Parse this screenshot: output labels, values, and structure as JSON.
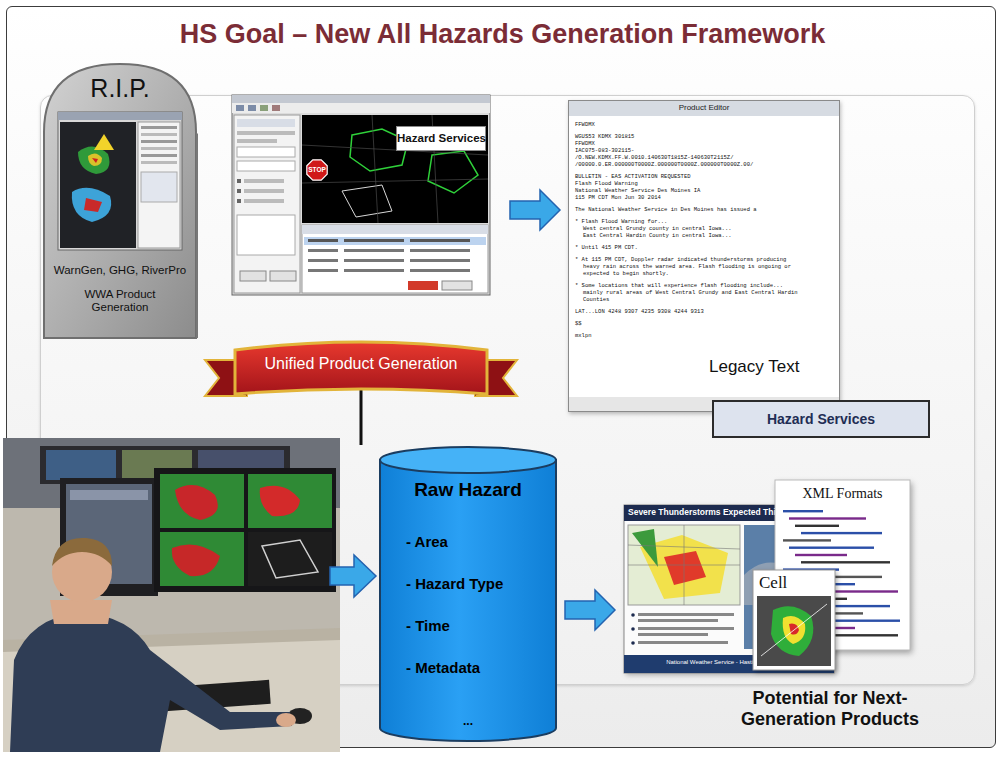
{
  "diagram": {
    "title": "HS Goal – New All Hazards Generation Framework",
    "nodes": [
      {
        "text": [
          "R.I.P.",
          "WarnGen, GHG, RiverPro",
          "WWA Product Generation"
        ]
      },
      {
        "text": [
          "Hazard Services"
        ]
      },
      {
        "text": [
          "Unified Product Generation"
        ]
      },
      {
        "text": [
          "Product Editor",
          "FFWDMX",
          "WGUS53 KDMX 301815",
          "FFWDMX",
          "IAC075-083-302115-",
          "/O.NEW.KDMX.FF.W.0010.140630T1815Z-140630T2115Z/",
          "/00000.0.ER.000000T0000Z.000000T0000Z.000000T0000Z.00/",
          "BULLETIN - EAS ACTIVATION REQUESTED",
          "Flash Flood Warning",
          "National Weather Service Des Moines IA",
          "115 PM CDT Mon Jun 30 2014",
          "The National Weather Service in Des Moines has issued a",
          "* Flash Flood Warning for...",
          "West central Grundy county in central Iowa...",
          "East Central Hardin County in central Iowa...",
          "* Until 415 PM CDT.",
          "* At 115 PM CDT, Doppler radar indicated thunderstorms producing",
          "heavy rain across the warned area. Flash flooding is ongoing or",
          "expected to begin shortly.",
          "* Some locations that will experience flash flooding include...",
          "mainly rural areas of West Central Grundy and East Central Hardin",
          "Counties",
          "LAT...LON 4248 9307 4235 9308 4244 9313",
          "$$",
          "mxlpn",
          "Legacy Text"
        ]
      },
      {
        "text": [
          "Hazard Services"
        ]
      },
      {
        "text": [
          "Raw Hazard",
          "- Area",
          "- Hazard Type",
          "- Time",
          "- Metadata",
          "..."
        ]
      },
      {
        "text": [
          "Severe Thunderstorms Expected This E",
          "National Weather Service - Hastings, Nebraska"
        ]
      },
      {
        "text": [
          "Cell"
        ]
      },
      {
        "text": [
          "XML Formats"
        ]
      }
    ],
    "edges": [
      {
        "from": 1,
        "to": 3,
        "arrow": "to"
      },
      {
        "from": 2,
        "to": 5,
        "arrow": "none"
      },
      {
        "from": 5,
        "to": 6,
        "arrow": "to"
      }
    ],
    "labels": [
      "STOP",
      "Potential for Next-Generation Products"
    ]
  }
}
